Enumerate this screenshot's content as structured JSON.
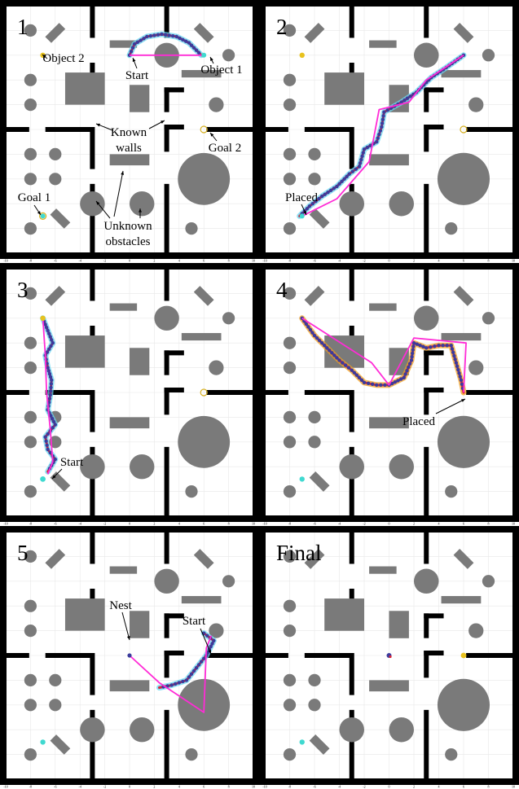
{
  "colors": {
    "wall": "#000000",
    "obstacle": "#7a7a7a",
    "grid": "#e8e8e8",
    "path": "#ff2bd6",
    "robot": "#3b3b9c",
    "robot_accent": "#d9263a",
    "object": "#e8c21e",
    "goal_dot": "#3fd9d0",
    "goal_ring": "#d7b020",
    "trail_glow": "#6ad7f0",
    "trail_glow_orange": "#f0a020"
  },
  "icons": [
    "object-marker-icon",
    "goal-marker-icon",
    "robot-pose-icon"
  ],
  "panels": [
    {
      "id": "p1",
      "label": "1",
      "annotations": [
        "Object 2",
        "Start",
        "Object 1",
        "Known",
        "walls",
        "Goal 2",
        "Goal 1",
        "Unknown",
        "obstacles"
      ],
      "tick_labels": [
        "-10",
        "-8",
        "-6",
        "-4",
        "-2",
        "0",
        "2",
        "4",
        "6",
        "8",
        "10"
      ]
    },
    {
      "id": "p2",
      "label": "2",
      "annotations": [
        "Placed"
      ],
      "tick_labels": [
        "-10",
        "-8",
        "-6",
        "-4",
        "-2",
        "0",
        "2",
        "4",
        "6",
        "8",
        "10"
      ]
    },
    {
      "id": "p3",
      "label": "3",
      "annotations": [
        "Start"
      ],
      "tick_labels": [
        "-10",
        "-8",
        "-6",
        "-4",
        "-2",
        "0",
        "2",
        "4",
        "6",
        "8",
        "10"
      ]
    },
    {
      "id": "p4",
      "label": "4",
      "annotations": [
        "Placed"
      ],
      "tick_labels": [
        "-10",
        "-8",
        "-6",
        "-4",
        "-2",
        "0",
        "2",
        "4",
        "6",
        "8",
        "10"
      ]
    },
    {
      "id": "p5",
      "label": "5",
      "annotations": [
        "Nest",
        "Start"
      ],
      "tick_labels": [
        "-10",
        "-8",
        "-6",
        "-4",
        "-2",
        "0",
        "2",
        "4",
        "6",
        "8",
        "10"
      ]
    },
    {
      "id": "p6",
      "label": "Final",
      "annotations": [],
      "tick_labels": [
        "-10",
        "-8",
        "-6",
        "-4",
        "-2",
        "0",
        "2",
        "4",
        "6",
        "8",
        "10"
      ]
    }
  ]
}
